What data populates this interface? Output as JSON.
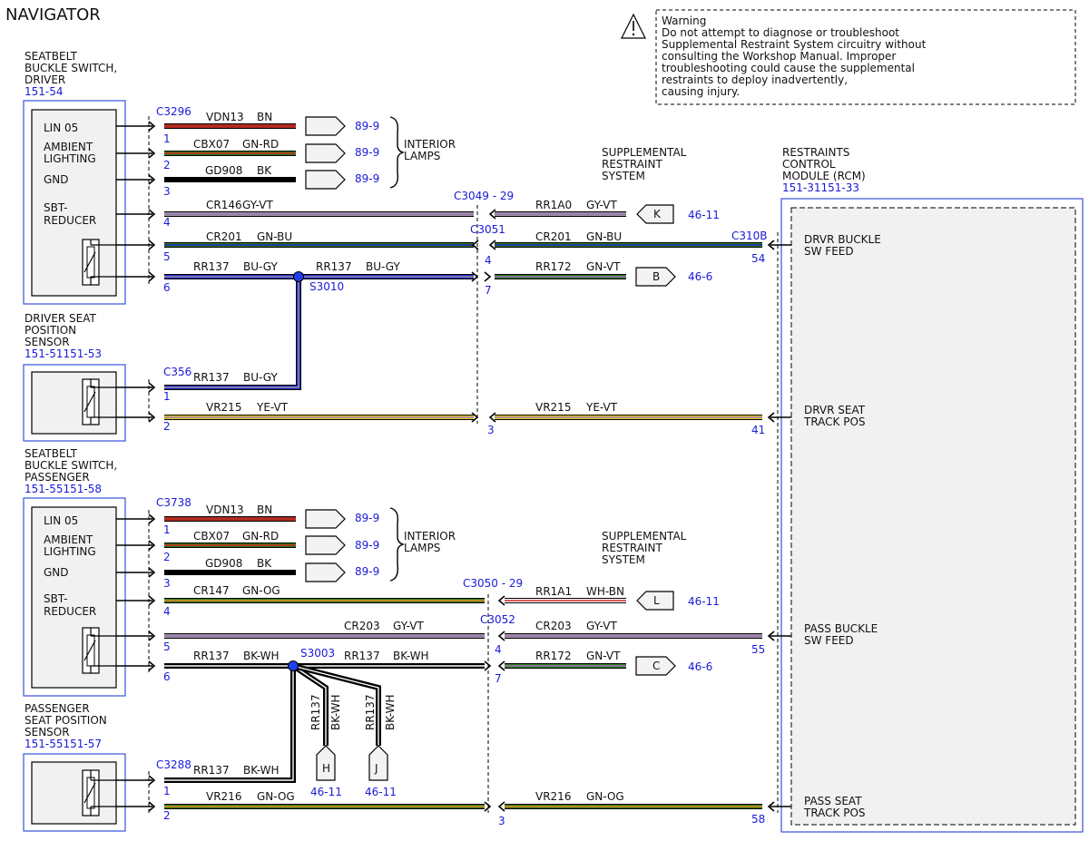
{
  "title": "NAVIGATOR",
  "warning": {
    "heading": "Warning",
    "lines": [
      "Do not attempt to diagnose or troubleshoot",
      "Supplemental Restraint System circuitry without",
      "consulting the Workshop Manual. Improper",
      "troubleshooting could cause the supplemental",
      "restraints to deploy inadvertently,",
      "causing injury."
    ]
  },
  "components": {
    "sbs_driver": {
      "name_lines": [
        "SEATBELT",
        "BUCKLE SWITCH,",
        "DRIVER"
      ],
      "ref": "151-54"
    },
    "dsps": {
      "name_lines": [
        "DRIVER SEAT",
        "POSITION",
        "SENSOR"
      ],
      "ref": "151-51151-53"
    },
    "sbs_passenger": {
      "name_lines": [
        "SEATBELT",
        "BUCKLE SWITCH,",
        "PASSENGER"
      ],
      "ref": "151-55151-58"
    },
    "psps": {
      "name_lines": [
        "PASSENGER",
        "SEAT POSITION",
        "SENSOR"
      ],
      "ref": "151-55151-57"
    },
    "rcm": {
      "name_lines": [
        "RESTRAINTS",
        "CONTROL",
        "MODULE (RCM)"
      ],
      "ref": "151-31151-33"
    }
  },
  "pin_labels": {
    "lin": "LIN 05",
    "ambient": [
      "AMBIENT",
      "LIGHTING"
    ],
    "gnd": "GND",
    "sbt": [
      "SBT-",
      "REDUCER"
    ]
  },
  "rcm_pins": {
    "drvr_buckle": [
      "DRVR BUCKLE",
      "SW FEED"
    ],
    "drvr_seat": [
      "DRVR SEAT",
      "TRACK POS"
    ],
    "pass_buckle": [
      "PASS BUCKLE",
      "SW FEED"
    ],
    "pass_seat": [
      "PASS SEAT",
      "TRACK POS"
    ]
  },
  "interior_lamps": [
    "INTERIOR",
    "LAMPS"
  ],
  "srs": [
    "SUPPLEMENTAL",
    "RESTRAINT",
    "SYSTEM"
  ],
  "connectors": {
    "c3296": "C3296",
    "c356": "C356",
    "c3738": "C3738",
    "c3288": "C3288",
    "c3049": "C3049 - 29",
    "c3051": "C3051",
    "c310b": "C310B",
    "c3050": "C3050 - 29",
    "c3052": "C3052",
    "s3010": "S3010",
    "s3003": "S3003"
  },
  "pin_numbers": {
    "p1": "1",
    "p2": "2",
    "p3": "3",
    "p4": "4",
    "p5": "5",
    "p6": "6",
    "p7": "7",
    "p41": "41",
    "p54": "54",
    "p55": "55",
    "p58": "58"
  },
  "colors": {
    "BN": "#b22b22",
    "GN": "#2e7d1e",
    "RD": "#d32020",
    "BK": "#000000",
    "GY": "#9a9a9a",
    "VT": "#a070c0",
    "BU": "#2020c8",
    "YE": "#e8d820",
    "OG": "#e88a20",
    "WH": "#ffffff",
    "splice": "#1f3ff0",
    "text_blue": "#1a1ad8"
  },
  "wires": {
    "vdn13": "VDN13",
    "cbx07": "CBX07",
    "gd908": "GD908",
    "cr146": "CR146",
    "rr1a0": "RR1A0",
    "cr201": "CR201",
    "rr137": "RR137",
    "rr172": "RR172",
    "vr215": "VR215",
    "cr147": "CR147",
    "rr1a1": "RR1A1",
    "cr203": "CR203",
    "vr216": "VR216",
    "bn": "BN",
    "gnrd": "GN-RD",
    "bk": "BK",
    "gyvt": "GY-VT",
    "gnbu": "GN-BU",
    "bugy": "BU-GY",
    "gnvt": "GN-VT",
    "yevt": "YE-VT",
    "gnog": "GN-OG",
    "whbn": "WH-BN",
    "bkwh": "BK-WH"
  },
  "refs": {
    "r899": "89-9",
    "r4611": "46-11",
    "r466": "46-6",
    "K": "K",
    "B": "B",
    "L": "L",
    "C": "C",
    "H": "H",
    "J": "J"
  }
}
